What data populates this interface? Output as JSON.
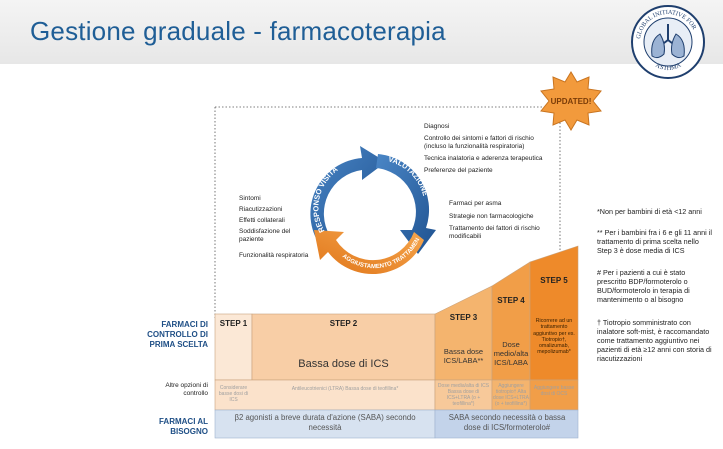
{
  "title": "Gestione graduale - farmacoterapia",
  "logo": {
    "text_top": "GLOBAL INITIATIVE FOR",
    "text_bottom": "ASTHMA",
    "icon": "lungs-logo-icon"
  },
  "badge": "UPDATED!",
  "cycle": {
    "arrow_top": "RESPONSO VISITA",
    "arrow_right": "VALUTAZIONE",
    "arrow_bottom": "AGGIUSTAMENTO TRATTAMENTO",
    "left_items": [
      "Sintomi",
      "Riacutizzazioni",
      "Effetti collaterali",
      "Soddisfazione del paziente",
      "Funzionalità respiratoria"
    ],
    "top_items": [
      "Diagnosi",
      "Controllo dei sintomi e fattori di rischio (incluso la funzionalità respiratoria)",
      "Tecnica inalatoria e aderenza terapeutica",
      "Preferenze del paziente"
    ],
    "right_items": [
      "Farmaci per asma",
      "Strategie non farmacologiche",
      "Trattamento dei fattori di rischio modificabili"
    ]
  },
  "notes": [
    "*Non per bambini di età <12 anni",
    "** Per i bambini fra i 6 e gli 11 anni il trattamento di prima scelta nello Step 3 è dose media di ICS",
    "# Per i pazienti a cui è stato prescritto BDP/formoterolo o BUD/formoterolo in terapia di mantenimento o al bisogno",
    "† Tiotropio somministrato con inalatore soft-mist, è raccomandato come trattamento aggiuntivo nei pazienti di età ≥12 anni con storia di riacutizzazioni"
  ],
  "row_labels": {
    "controller": "FARMACI DI CONTROLLO DI PRIMA SCELTA",
    "other": "Altre opzioni di controllo",
    "reliever": "FARMACI AL BISOGNO"
  },
  "steps": {
    "step1": {
      "label": "STEP 1",
      "other": "Considerare basse dosi di ICS"
    },
    "step2": {
      "label": "STEP 2",
      "main": "Bassa dose di ICS",
      "other": "Antileucotrienici (LTRA) Bassa dose di teofillina*"
    },
    "step3": {
      "label": "STEP 3",
      "main": "Bassa dose ICS/LABA**",
      "other": "Dose media/alta di ICS Bassa dose di ICS+LTRA (o + teofillina*)"
    },
    "step4": {
      "label": "STEP 4",
      "main": "Dose medio/alta ICS/LABA",
      "other": "Aggiungere tiotropio† Alta dose ICS+LTRA (o + teofillina*)"
    },
    "step5": {
      "label": "STEP 5",
      "main": "Ricorrere ad un trattamento aggiuntivo per es. Tiotropio†, omalizumab, mepolizumab*",
      "other": "Aggiungere basse dosi di OCS"
    }
  },
  "reliever": {
    "left": "β2 agonisti a breve durata d'azione (SABA) secondo necessità",
    "right": "SABA secondo necessità o bassa dose di ICS/formoterolo#"
  },
  "colors": {
    "title": "#1f5e96",
    "step_light": "#f8dcc0",
    "step_mid": "#f4b97a",
    "step_dark": "#f0962e",
    "reliever": "#c9d7ea",
    "arrow_blue": "#2d6aa9",
    "arrow_orange": "#f08a24"
  }
}
